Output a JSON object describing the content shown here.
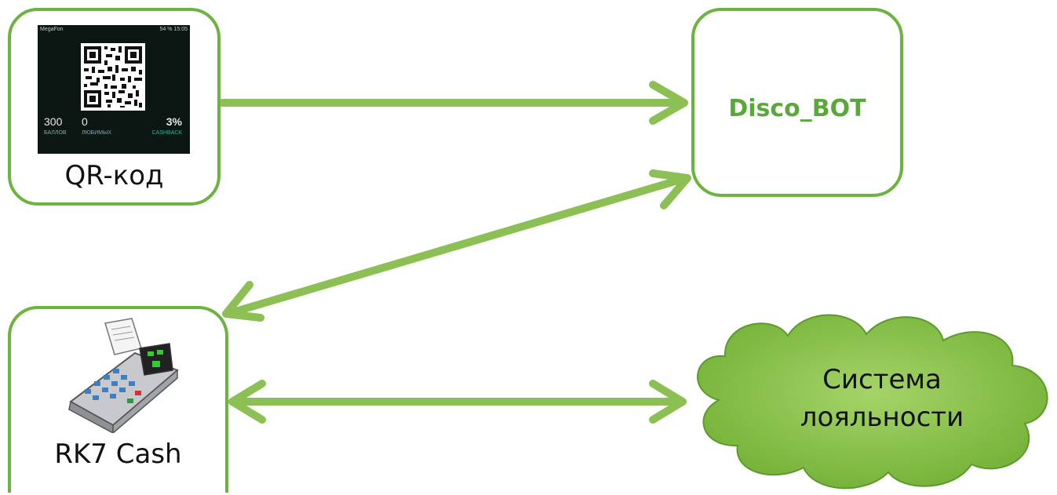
{
  "nodes": {
    "qr": {
      "label": "QR-код"
    },
    "bot": {
      "label": "Disco_BOT"
    },
    "cash": {
      "label": "RK7 Cash"
    },
    "loyalty": {
      "line1": "Система",
      "line2": "лояльности"
    }
  },
  "phone_screen": {
    "status_left": "MegaFon",
    "status_right": "54 % 15:05",
    "points_value": "300",
    "points_label": "БАЛЛОВ",
    "favorites_value": "0",
    "favorites_label": "ЛЮБИМЫХ",
    "cashback_value": "3%",
    "cashback_label": "CASHBACK"
  },
  "colors": {
    "border": "#6db33f",
    "arrow": "#8dc054",
    "bot_text": "#5aa83a",
    "cloud": "#86c34a"
  }
}
